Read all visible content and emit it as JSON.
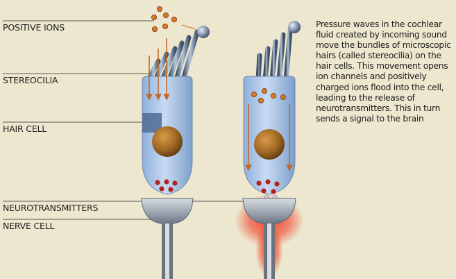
{
  "labels": {
    "positive_ions": "POSITIVE IONS",
    "stereocilia": "STEREOCILIA",
    "hair_cell": "HAIR CELL",
    "neurotransmitters": "NEUROTRANSMITTERS",
    "nerve_cell": "NERVE CELL"
  },
  "caption": "Pressure waves in the cochlear fluid created by incoming sound move the bundles of microscopic hairs (called stereocilia) on the hair cells. This movement opens ion channels and positively charged ions flood into the cell, leading to the release of neurotransmitters. This in turn sends a signal to the brain",
  "colors": {
    "background": "#ede7cf",
    "cell_fill": "#a9c4e6",
    "nucleus": "#a06824",
    "ions": "#d4782a",
    "neurotransmitters": "#b22222",
    "arrows": "#c0682a",
    "nerve_glow": "#e8301c"
  }
}
